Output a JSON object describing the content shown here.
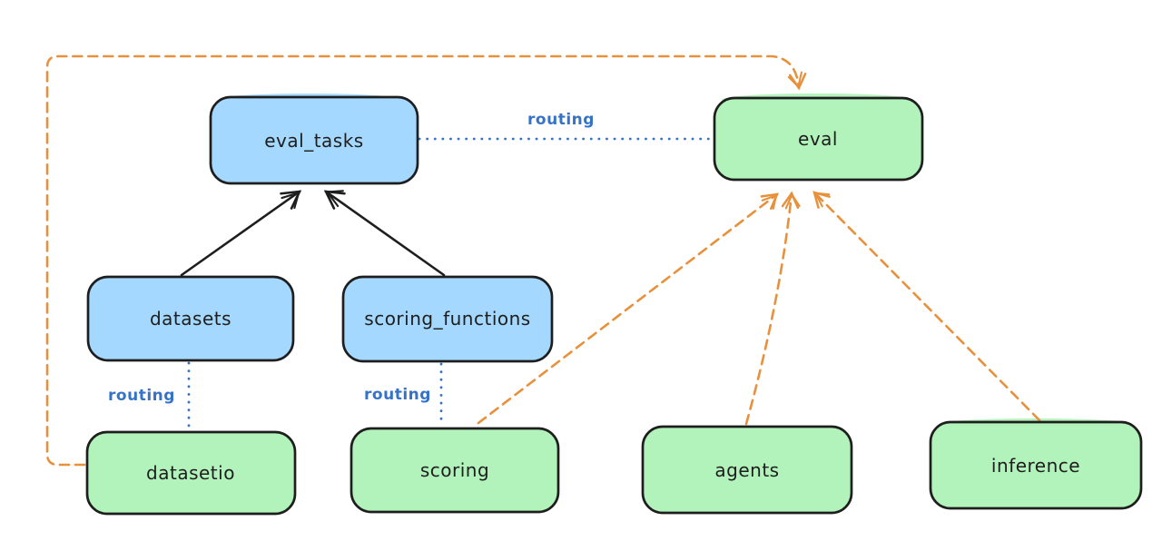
{
  "diagram": {
    "title": "eval routing architecture diagram",
    "background": "#ffffff",
    "colors": {
      "node_stroke": "#1e1e1e",
      "api_blue_fill": "#a5d8ff",
      "provider_green_fill": "#b2f2bb",
      "routing_blue": "#3573c9",
      "orange": "#e8913c",
      "black_arrow": "#1e1e1e",
      "label_text": "#1e1e1e"
    },
    "nodes": {
      "eval_tasks": {
        "label": "eval_tasks",
        "color": "#a5d8ff"
      },
      "eval": {
        "label": "eval",
        "color": "#b2f2bb"
      },
      "datasets": {
        "label": "datasets",
        "color": "#a5d8ff"
      },
      "scoring_functions": {
        "label": "scoring_functions",
        "color": "#a5d8ff"
      },
      "datasetio": {
        "label": "datasetio",
        "color": "#b2f2bb"
      },
      "scoring": {
        "label": "scoring",
        "color": "#b2f2bb"
      },
      "agents": {
        "label": "agents",
        "color": "#b2f2bb"
      },
      "inference": {
        "label": "inference",
        "color": "#b2f2bb"
      }
    },
    "edge_labels": {
      "routing_top": "routing",
      "routing_datasets": "routing",
      "routing_scoring": "routing"
    },
    "edges": [
      {
        "from": "datasets",
        "to": "eval_tasks",
        "style": "solid",
        "color": "#1e1e1e",
        "arrow": true
      },
      {
        "from": "scoring_functions",
        "to": "eval_tasks",
        "style": "solid",
        "color": "#1e1e1e",
        "arrow": true
      },
      {
        "from": "eval_tasks",
        "to": "eval",
        "style": "dotted",
        "color": "#3573c9",
        "label": "routing",
        "arrow": false
      },
      {
        "from": "datasets",
        "to": "datasetio",
        "style": "dotted",
        "color": "#3573c9",
        "label": "routing",
        "arrow": false
      },
      {
        "from": "scoring_functions",
        "to": "scoring",
        "style": "dotted",
        "color": "#3573c9",
        "label": "routing",
        "arrow": false
      },
      {
        "from": "datasetio",
        "to": "eval",
        "style": "dashed",
        "color": "#e8913c",
        "arrow": true
      },
      {
        "from": "scoring",
        "to": "eval",
        "style": "dashed",
        "color": "#e8913c",
        "arrow": true
      },
      {
        "from": "agents",
        "to": "eval",
        "style": "dashed",
        "color": "#e8913c",
        "arrow": true
      },
      {
        "from": "inference",
        "to": "eval",
        "style": "dashed",
        "color": "#e8913c",
        "arrow": true
      }
    ]
  }
}
